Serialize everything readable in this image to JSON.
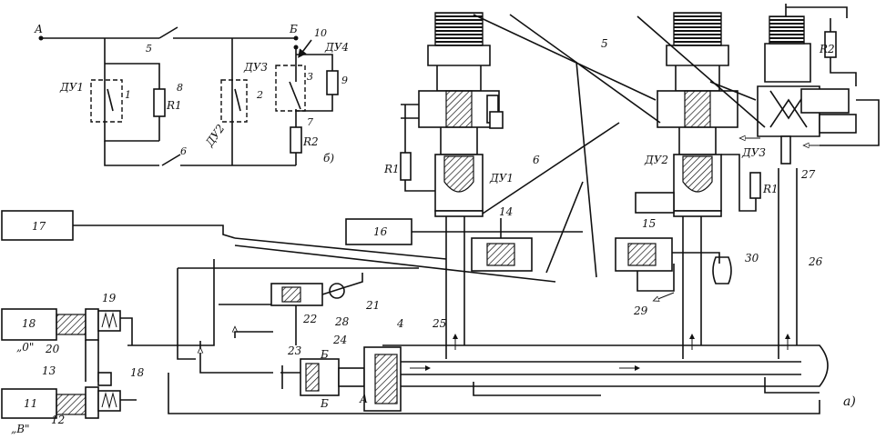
{
  "electrical_scheme": {
    "node_a": "А",
    "node_b": "Б",
    "du1": "ДУ1",
    "du2": "ДУ2",
    "du3": "ДУ3",
    "du4": "ДУ4",
    "contact_1": "1",
    "contact_2": "2",
    "contact_3": "3",
    "switch_5": "5",
    "switch_6": "6",
    "resistor_7": "7",
    "resistor_8": "8",
    "resistor_9": "9",
    "arrow_10": "10",
    "r1": "R1",
    "r2": "R2",
    "panel_label": "б)"
  },
  "hydraulic_scheme": {
    "lever_5": "5",
    "rod_6": "6",
    "du1": "ДУ1",
    "du2": "ДУ2",
    "du3": "ДУ3",
    "r1_left": "R1",
    "r1_right": "R1",
    "r2_top": "R2",
    "part_4": "4",
    "part_11": "11",
    "part_12": "12",
    "part_13": "13",
    "part_14": "14",
    "part_15": "15",
    "part_16": "16",
    "part_17": "17",
    "part_18_box": "18",
    "part_18": "18",
    "part_19": "19",
    "part_20": "20",
    "part_21": "21",
    "part_22": "22",
    "part_23": "23",
    "part_24": "24",
    "part_25": "25",
    "part_26": "26",
    "part_27": "27",
    "part_28": "28",
    "part_29": "29",
    "part_30": "30",
    "label_b1": "Б",
    "label_b2": "Б",
    "label_a": "А",
    "pos_o": "„0\"",
    "pos_v": "„В\"",
    "panel_label": "а)"
  }
}
